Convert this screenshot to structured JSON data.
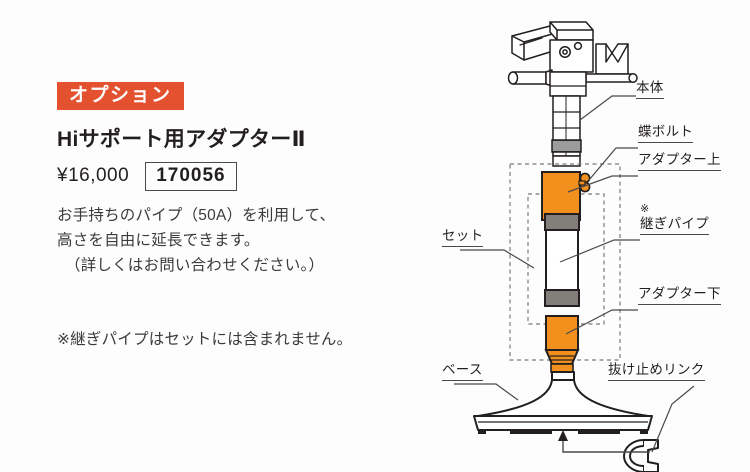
{
  "page": {
    "background": "#fdfdfd",
    "accent_color": "#e3512f",
    "ink_color": "#231f20"
  },
  "left": {
    "badge": "オプション",
    "title": "Hiサポート用アダプターⅡ",
    "price": "¥16,000",
    "product_code": "170056",
    "description_lines": [
      "お手持ちのパイプ（50A）を利用して、",
      "高さを自由に延長できます。",
      "（詳しくはお問い合わせください。）"
    ],
    "footnote": "※継ぎパイプはセットには含まれません。"
  },
  "diagram": {
    "labels": {
      "main_body": "本体",
      "wing_bolt": "蝶ボルト",
      "adapter_upper": "アダプター上",
      "asterisk": "※",
      "joint_pipe": "継ぎパイプ",
      "adapter_lower": "アダプター下",
      "set": "セット",
      "base": "ベース",
      "retaining_link": "抜け止めリンク"
    },
    "part_colors": {
      "adapter_orange": "#f2901d",
      "outline": "#231f20",
      "dashed_box": "#7a7a7a"
    }
  }
}
